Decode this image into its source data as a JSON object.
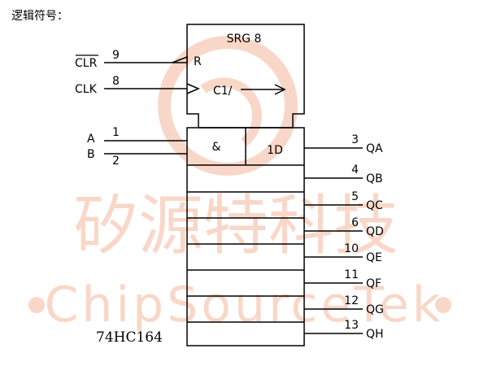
{
  "heading": "逻辑符号：",
  "chip_name": "74HC164",
  "block": {
    "title": "SRG 8",
    "reset_label": "R",
    "clock_label": "C1/",
    "and_label": "&",
    "data_label": "1D"
  },
  "inputs": [
    {
      "signal": "CLR",
      "pin": "9",
      "overbar": true
    },
    {
      "signal": "CLK",
      "pin": "8",
      "overbar": false
    },
    {
      "signal": "A",
      "pin": "1",
      "overbar": false
    },
    {
      "signal": "B",
      "pin": "2",
      "overbar": false
    }
  ],
  "outputs": [
    {
      "signal": "QA",
      "pin": "3"
    },
    {
      "signal": "QB",
      "pin": "4"
    },
    {
      "signal": "QC",
      "pin": "5"
    },
    {
      "signal": "QD",
      "pin": "6"
    },
    {
      "signal": "QE",
      "pin": "10"
    },
    {
      "signal": "QF",
      "pin": "11"
    },
    {
      "signal": "QG",
      "pin": "12"
    },
    {
      "signal": "QH",
      "pin": "13"
    }
  ],
  "watermark": {
    "cn_text": "矽源特科技",
    "en_text": "ChipSourceTek",
    "color": "#f7c6b4"
  }
}
